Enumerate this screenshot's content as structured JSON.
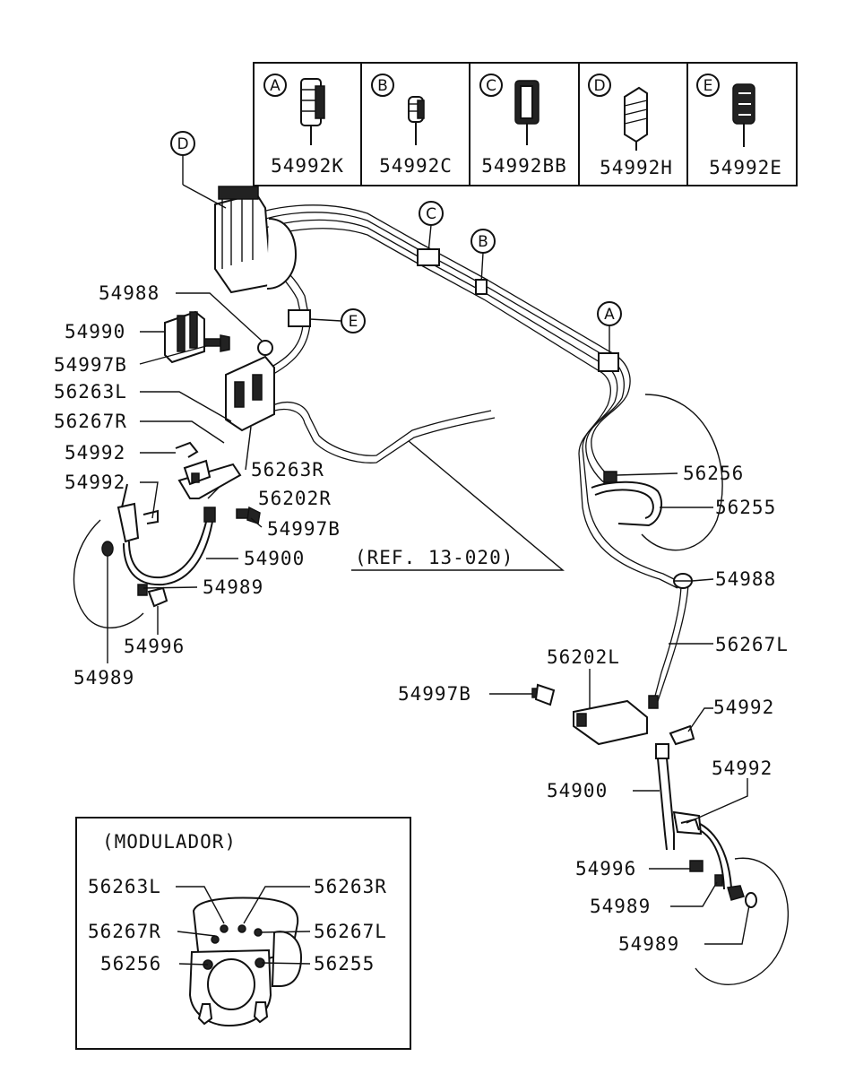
{
  "legend": {
    "cells": [
      {
        "letter": "A",
        "part": "54992K"
      },
      {
        "letter": "B",
        "part": "54992C"
      },
      {
        "letter": "C",
        "part": "54992BB"
      },
      {
        "letter": "D",
        "part": "54992H"
      },
      {
        "letter": "E",
        "part": "54992E"
      }
    ]
  },
  "callouts": {
    "d": "D",
    "c": "C",
    "b": "B",
    "a": "A",
    "e": "E"
  },
  "labels": {
    "p54988_left": "54988",
    "p54990": "54990",
    "p54997b_left_top": "54997B",
    "p56263l": "56263L",
    "p56267r": "56267R",
    "p54992_left_a": "54992",
    "p54992_left_b": "54992",
    "p56263r": "56263R",
    "p56202r": "56202R",
    "p54997b_left_mid": "54997B",
    "p54900_left": "54900",
    "p54989_left_a": "54989",
    "p54996_left": "54996",
    "p54989_left_b": "54989",
    "p56256": "56256",
    "p56255": "56255",
    "p54988_right": "54988",
    "p56267l": "56267L",
    "p56202l": "56202L",
    "p54997b_right": "54997B",
    "p54992_right_a": "54992",
    "p54992_right_b": "54992",
    "p54900_right": "54900",
    "p54996_right": "54996",
    "p54989_right_a": "54989",
    "p54989_right_b": "54989"
  },
  "reference": "(REF. 13-020)",
  "inset": {
    "title": "(MODULADOR)",
    "labels": {
      "l56263l": "56263L",
      "l56263r": "56263R",
      "l56267r": "56267R",
      "l56267l": "56267L",
      "l56256": "56256",
      "l56255": "56255"
    }
  }
}
